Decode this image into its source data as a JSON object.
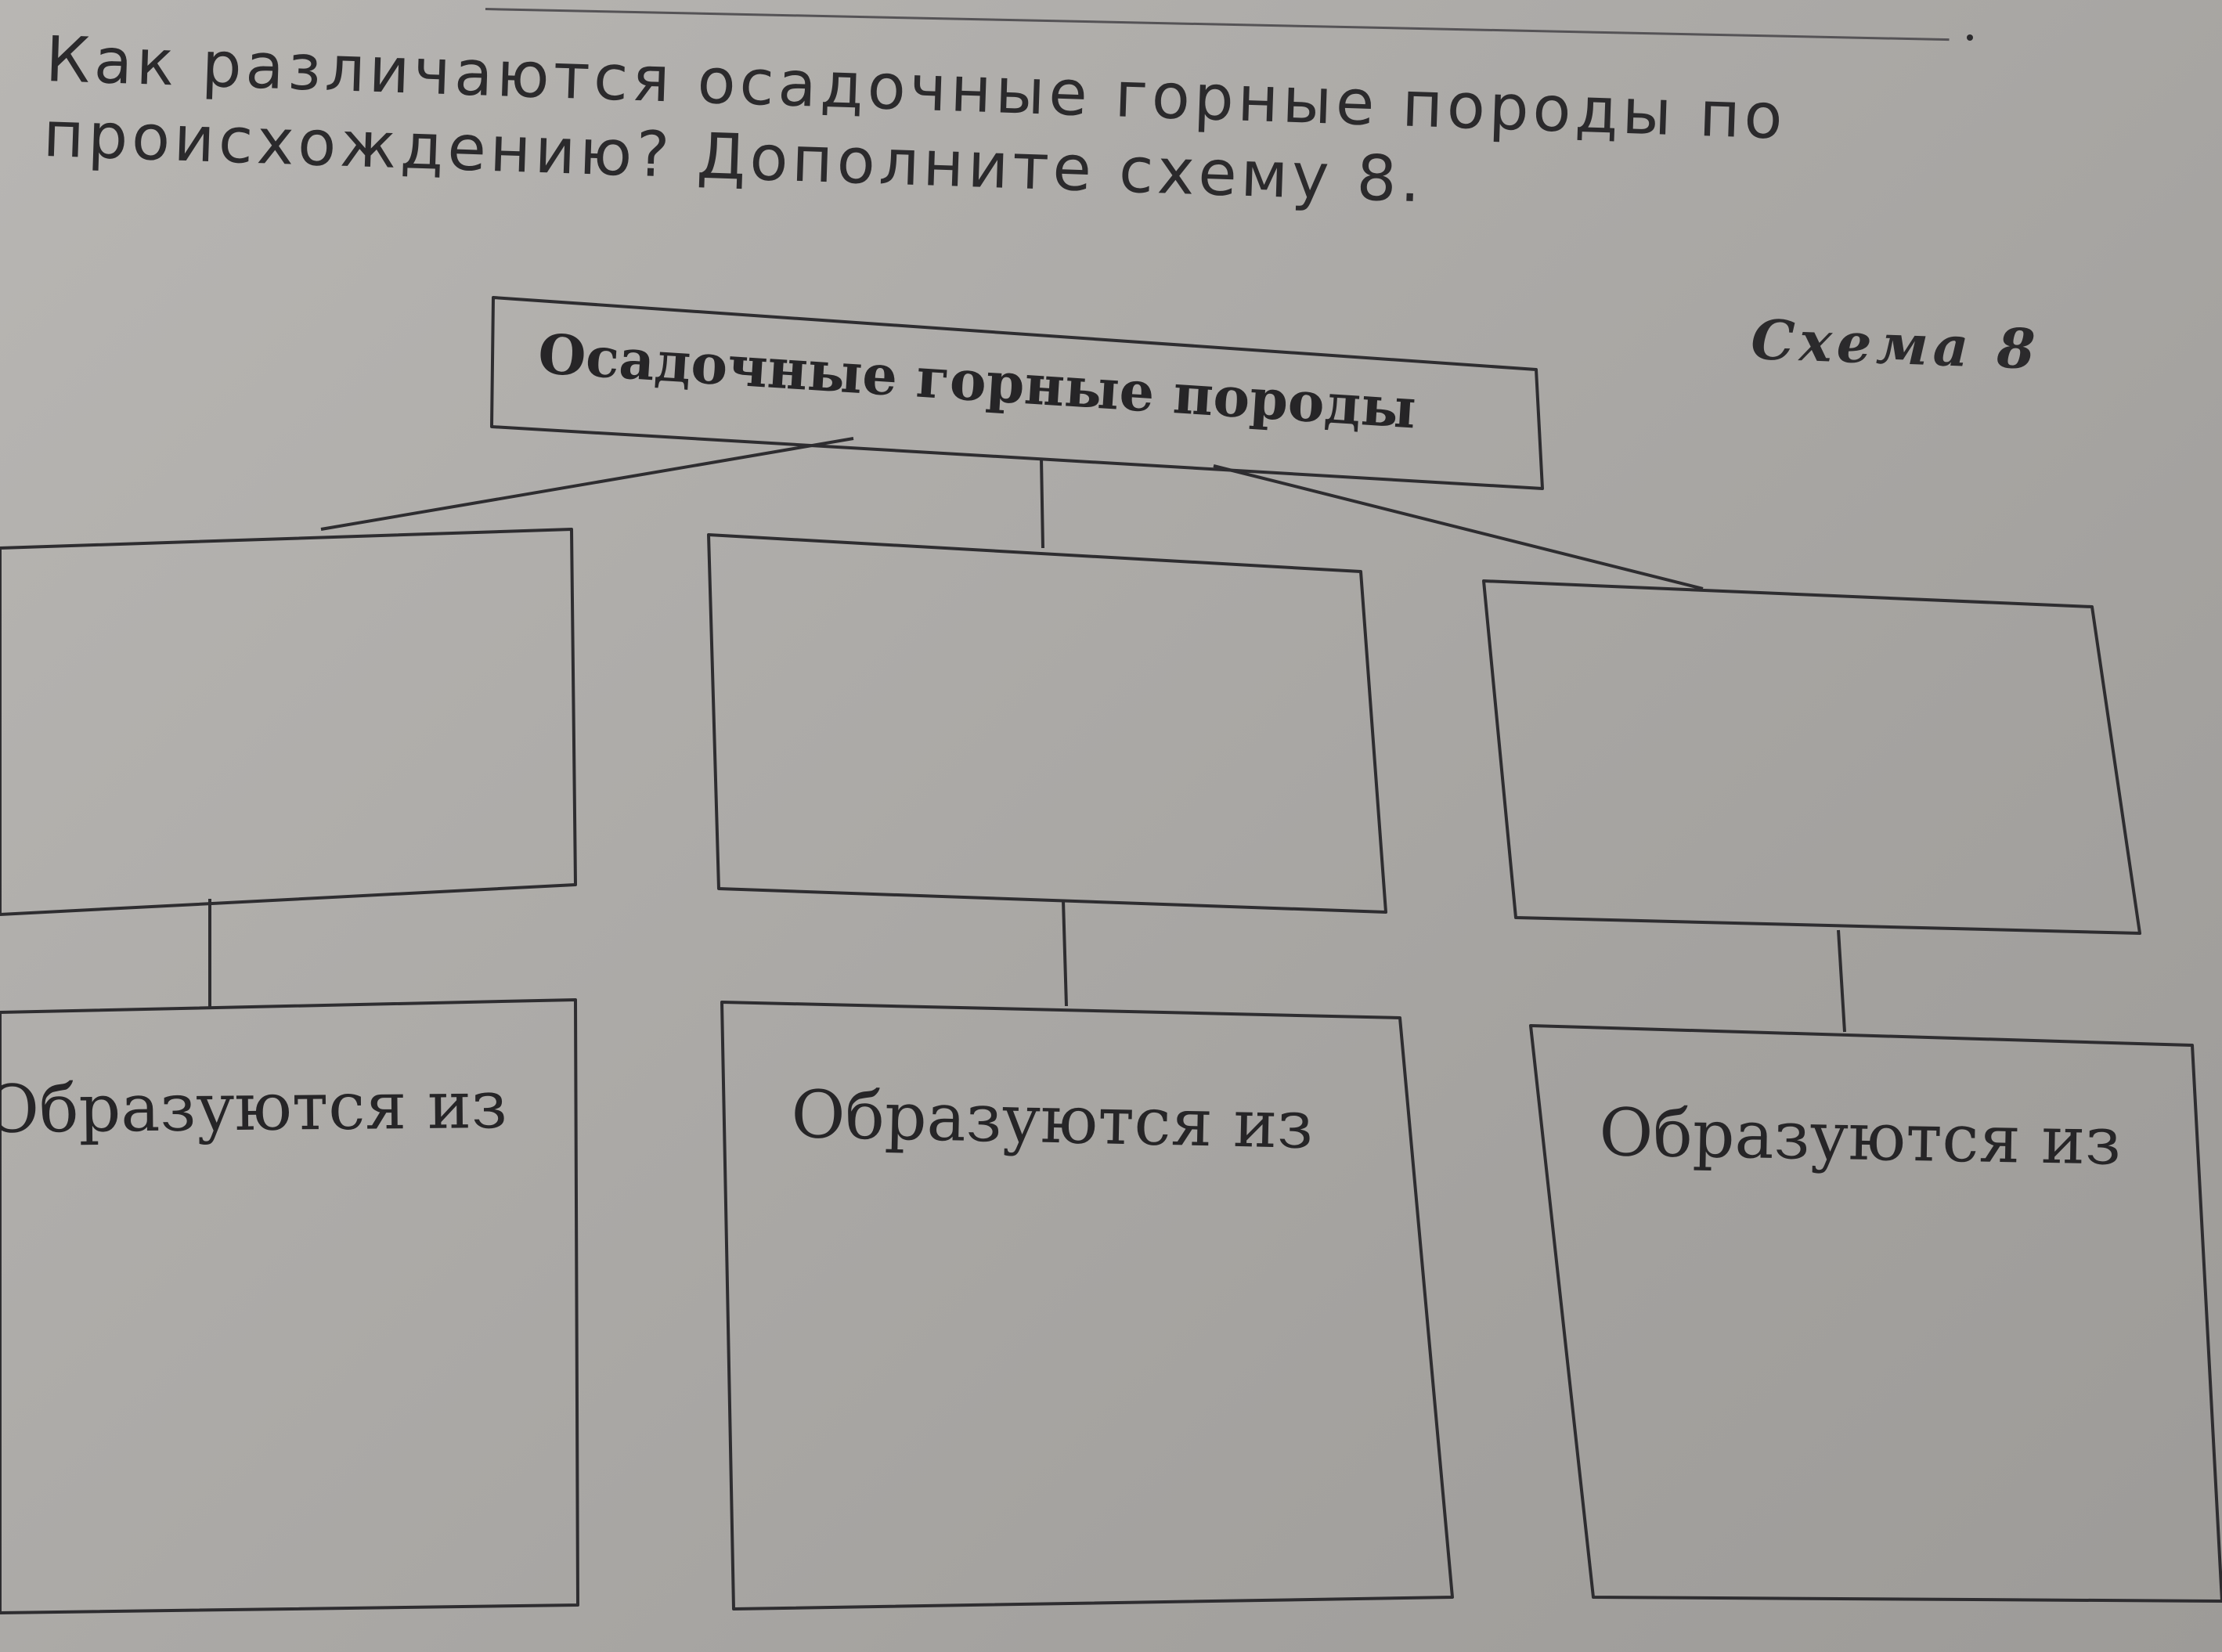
{
  "question": "Как различаются осадочные горные породы по происхождению? Дополните схему 8.",
  "scheme_label": "Схема 8",
  "diagram": {
    "root": "Осадочные горные породы",
    "types": [
      "",
      "",
      ""
    ],
    "sources": [
      "Образуются из",
      "Образуются из",
      "Образуются из"
    ],
    "source_answers": [
      "",
      "",
      ""
    ]
  },
  "colors": {
    "ink": "#262527",
    "paper": "#aeaca9"
  }
}
